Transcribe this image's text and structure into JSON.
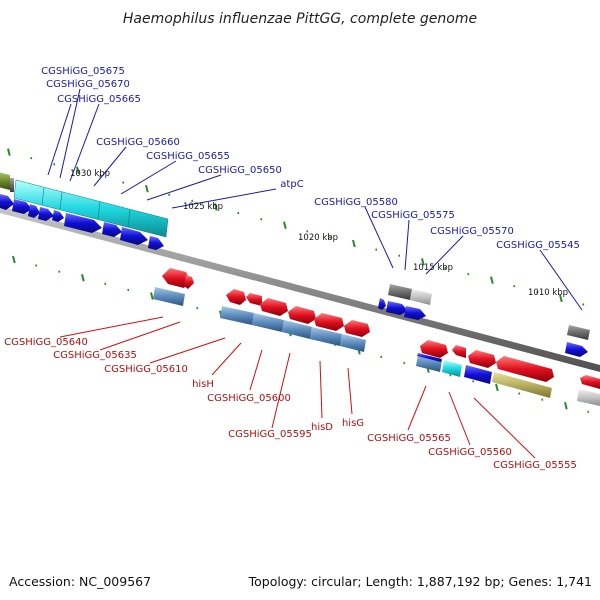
{
  "title": "Haemophilus influenzae PittGG, complete genome",
  "footer": {
    "accession": "Accession: NC_009567",
    "topology": "Topology: circular; Length: 1,887,192 bp; Genes: 1,741"
  },
  "kbp_labels": [
    "1030 kbp",
    "1025 kbp",
    "1020 kbp",
    "1015 kbp",
    "1010 kbp"
  ],
  "forward_labels": [
    "CGSHiGG_05675",
    "CGSHiGG_05670",
    "CGSHiGG_05665",
    "CGSHiGG_05660",
    "CGSHiGG_05655",
    "CGSHiGG_05650",
    "atpC",
    "CGSHiGG_05580",
    "CGSHiGG_05575",
    "CGSHiGG_05570",
    "CGSHiGG_05545"
  ],
  "reverse_labels": [
    "CGSHiGG_05640",
    "CGSHiGG_05635",
    "CGSHiGG_05610",
    "hisH",
    "CGSHiGG_05600",
    "CGSHiGG_05595",
    "hisD",
    "hisG",
    "CGSHiGG_05565",
    "CGSHiGG_05560",
    "CGSHiGG_05555"
  ],
  "colors": {
    "forward_cds": "#1010d8",
    "reverse_cds": "#e01020",
    "cyan_feature": "#20d8e0",
    "steel_feature": "#5c8cbc",
    "olive_feature": "#b8b060",
    "gray_feature": "#808080",
    "backbone": "#8a8a8a",
    "tick": "#2a8a2a",
    "forward_label": "#1a1aa8",
    "reverse_label": "#b01010"
  }
}
